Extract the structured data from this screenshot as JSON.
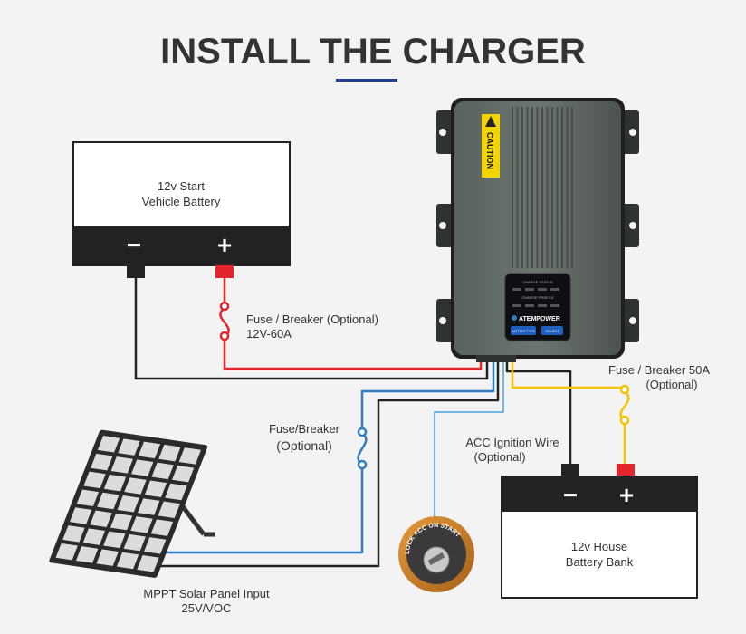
{
  "title": "INSTALL THE CHARGER",
  "start_battery": {
    "line1": "12v Start",
    "line2": "Vehicle Battery",
    "neg": "−",
    "pos": "+"
  },
  "house_battery": {
    "line1": "12v House",
    "line2": "Battery Bank",
    "neg": "−",
    "pos": "+"
  },
  "fuse_start": {
    "line1": "Fuse / Breaker (Optional)",
    "line2": "12V-60A"
  },
  "fuse_house": {
    "line1": "Fuse / Breaker 50A",
    "line2": "(Optional)"
  },
  "fuse_solar": {
    "line1": "Fuse/Breaker",
    "line2": "(Optional)"
  },
  "acc_wire": {
    "line1": "ACC Ignition Wire",
    "line2": "(Optional)"
  },
  "solar": {
    "line1": "MPPT Solar Panel Input",
    "line2": "25V/VOC"
  },
  "charger": {
    "caution": "CAUTION",
    "panel_top": "CHARGE STATUS",
    "panel_mid": "CHARGE PROFILE",
    "brand": "ATEMPOWER",
    "btn1": "BATTERY TYPE",
    "btn2": "SELECT"
  },
  "ignition": {
    "ring": "LOCK ACC ON START"
  },
  "colors": {
    "accent": "#1f3f8f",
    "title": "#1f2a3a",
    "wire_red": "#e3262b",
    "wire_yellow": "#f5c400",
    "wire_blue": "#2f7bc4",
    "wire_black": "#222222"
  }
}
